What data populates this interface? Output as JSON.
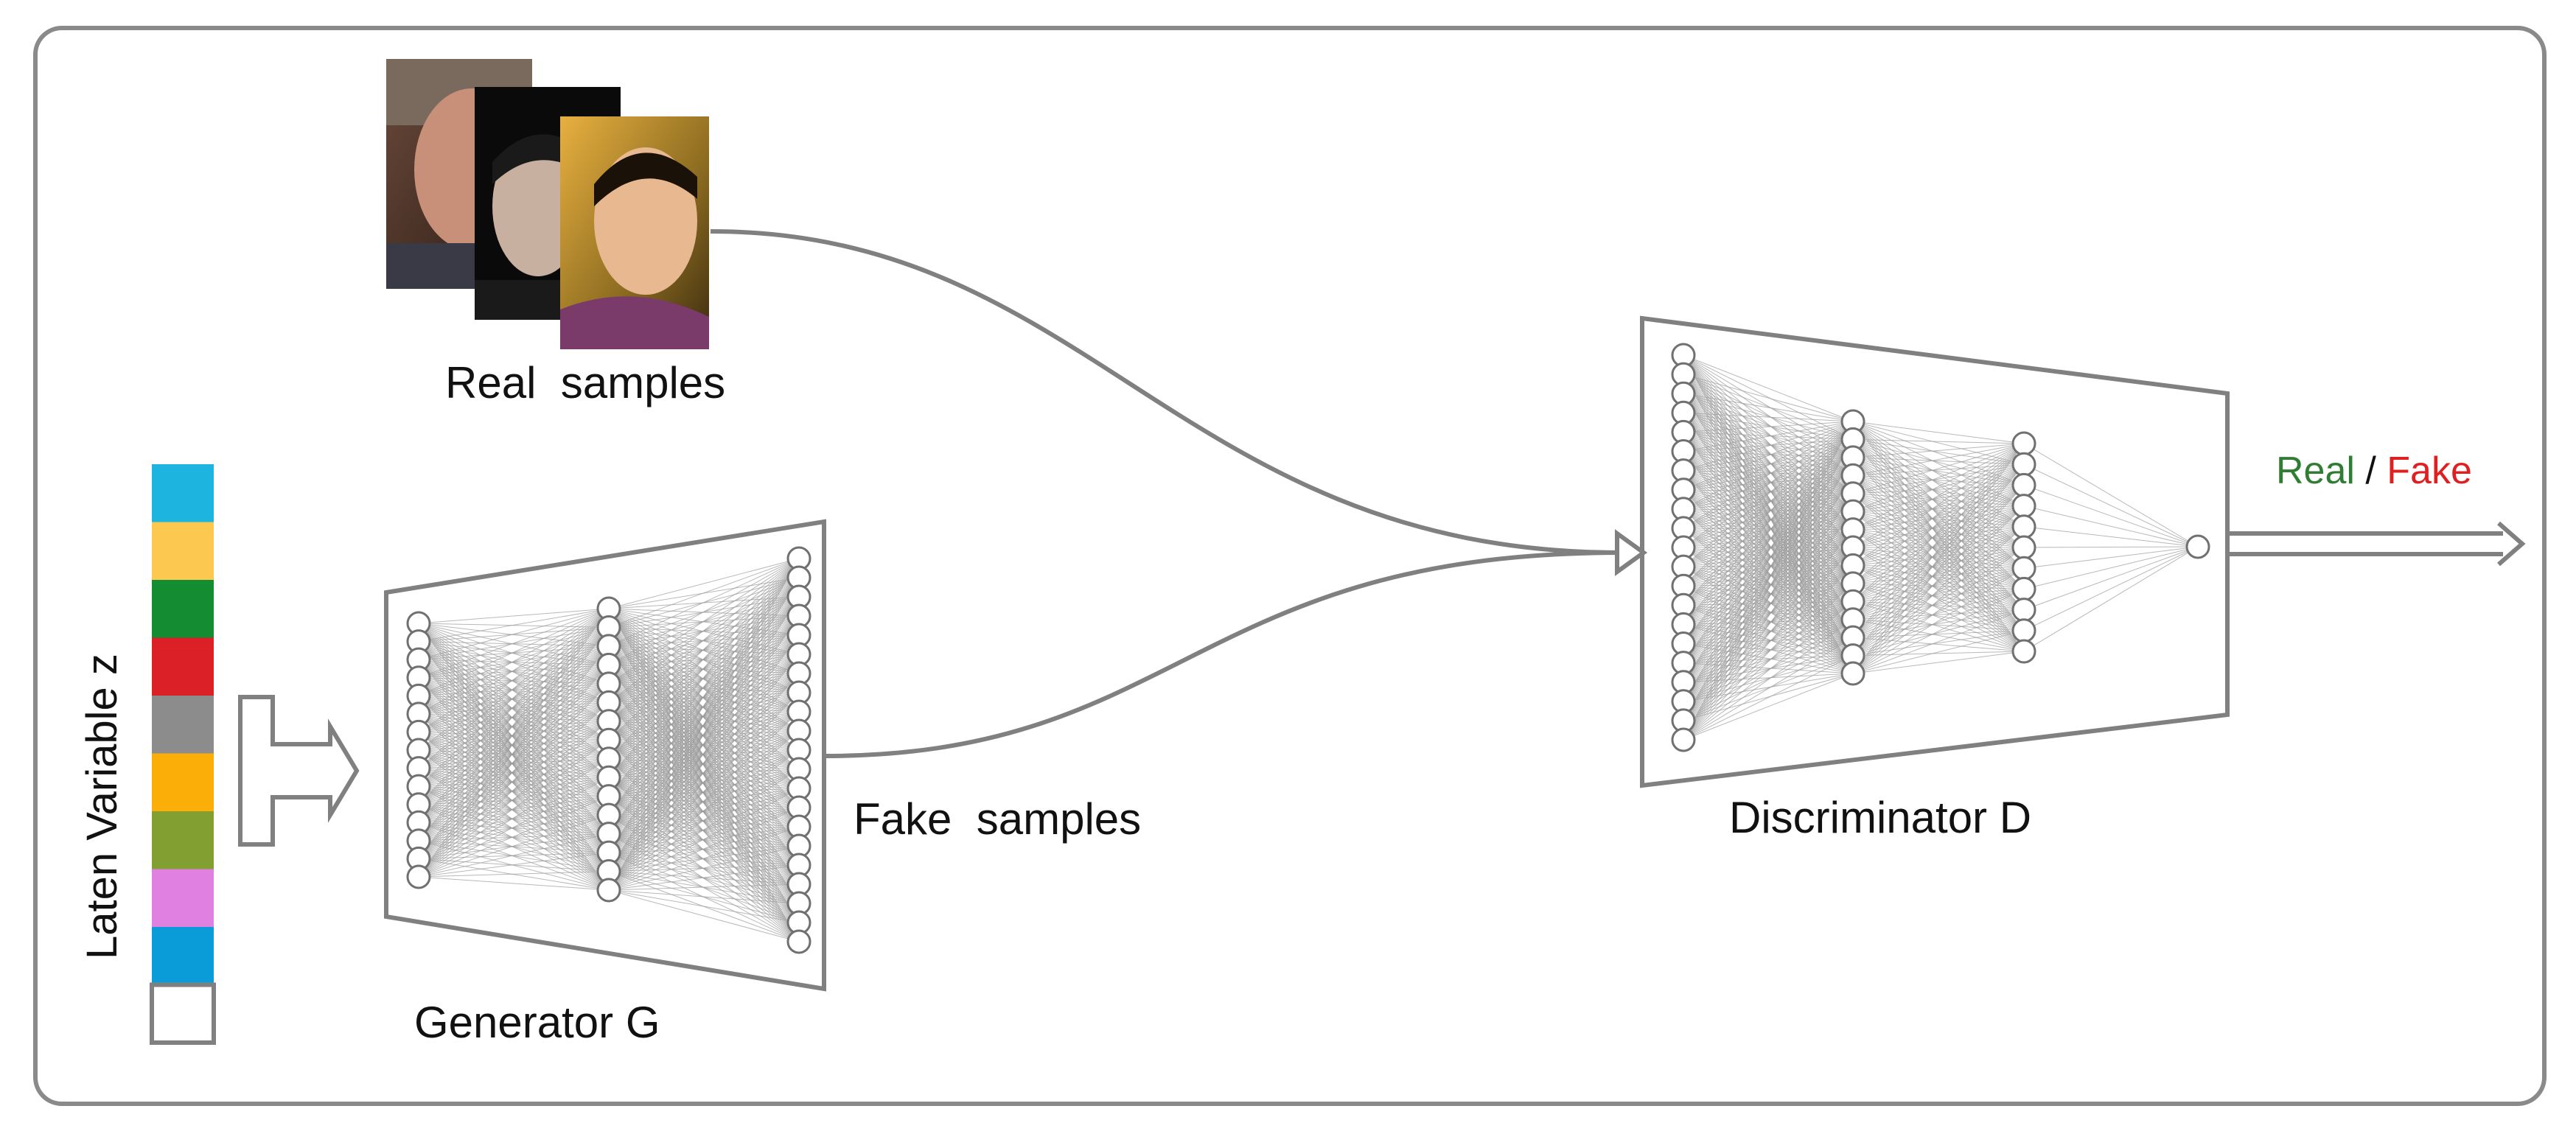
{
  "labels": {
    "real_samples": "Real  samples",
    "fake_samples": "Fake  samples",
    "generator": "Generator G",
    "discriminator": "Discriminator D",
    "latent": "Laten Variable z",
    "real": "Real",
    "separator": " / ",
    "fake": "Fake"
  },
  "colors": {
    "frame": "#8a8a8a",
    "line": "#808080",
    "real_text": "#2e7d32",
    "fake_text": "#e02020",
    "latent_cells": [
      "#1eb4e0",
      "#fcc850",
      "#148c32",
      "#dc2028",
      "#8c8c8c",
      "#fcae08",
      "#82a032",
      "#e080e0",
      "#0a9cd8",
      "#ffffff"
    ]
  },
  "icons": {
    "photos": [
      "face-photo",
      "face-photo",
      "face-photo"
    ],
    "input_arrow": "t-arrow-icon",
    "output_arrow": "double-arrow-icon"
  }
}
